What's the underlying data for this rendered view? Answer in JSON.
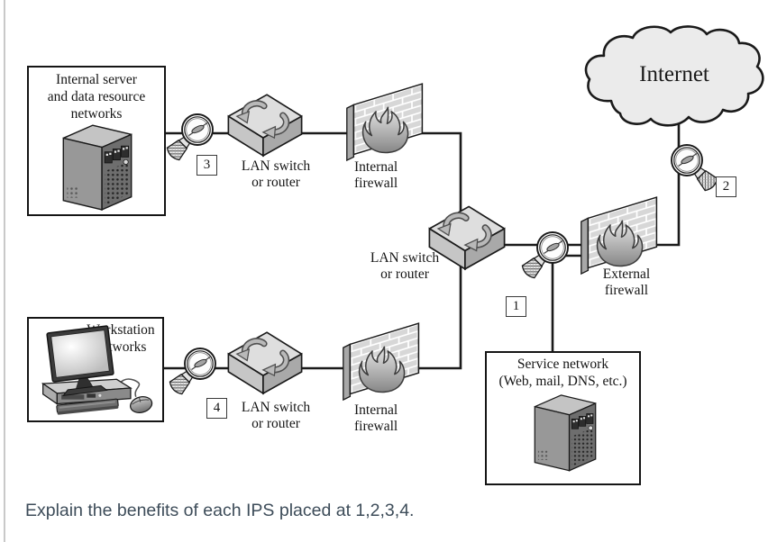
{
  "question": "Explain the benefits of each IPS placed at 1,2,3,4.",
  "diagram": {
    "internet_label": "Internet",
    "internal_server_box": [
      "Internal server",
      "and data resource",
      "networks"
    ],
    "workstation_box": [
      "Workstation",
      "networks"
    ],
    "service_box": [
      "Service network",
      "(Web, mail, DNS, etc.)"
    ],
    "lan_switch_top": [
      "LAN switch",
      "or router"
    ],
    "lan_switch_center": [
      "LAN switch",
      "or router"
    ],
    "lan_switch_bottom": [
      "LAN switch",
      "or router"
    ],
    "internal_firewall_top": [
      "Internal",
      "firewall"
    ],
    "internal_firewall_bottom": [
      "Internal",
      "firewall"
    ],
    "external_firewall": [
      "External",
      "firewall"
    ],
    "sensors": {
      "s1": "1",
      "s2": "2",
      "s3": "3",
      "s4": "4"
    },
    "colors": {
      "line": "#1a1a1a",
      "cloud_fill": "#ebebeb",
      "brick_fill": "#d7d7d7",
      "question_text": "#3d4c59"
    }
  }
}
